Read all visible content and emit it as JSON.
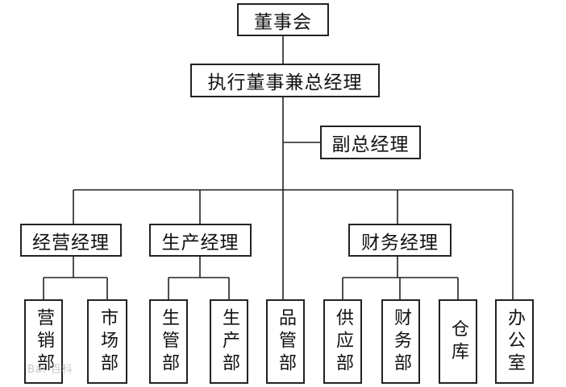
{
  "org_chart": {
    "board": "董事会",
    "ceo": "执行董事兼总经理",
    "deputy": "副总经理",
    "managers": {
      "operations": "经营经理",
      "production": "生产经理",
      "finance": "财务经理"
    },
    "departments": {
      "marketing": "营销部",
      "market": "市场部",
      "production_mgmt": "生管部",
      "production": "生产部",
      "quality": "品管部",
      "supply": "供应部",
      "finance": "财务部",
      "warehouse": "仓库",
      "office": "办公室"
    }
  },
  "watermark": "Bai 百科"
}
